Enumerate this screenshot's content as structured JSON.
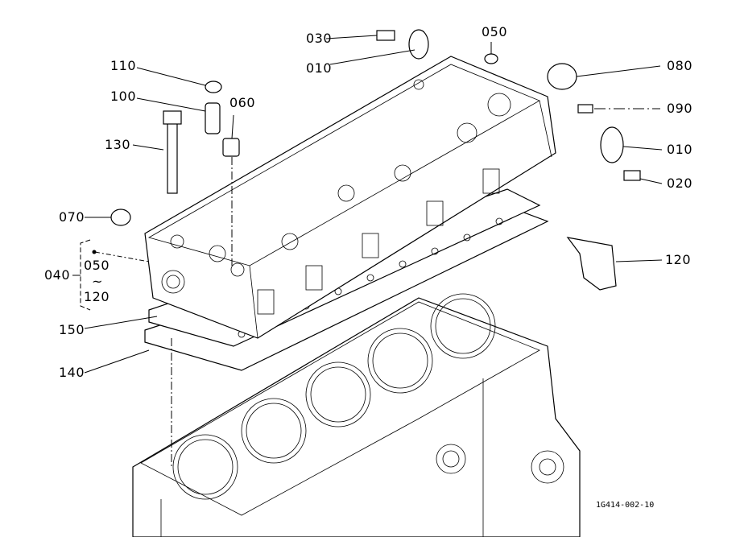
{
  "callouts": {
    "c030": "030",
    "c010_top": "010",
    "c050_top": "050",
    "c110": "110",
    "c100": "100",
    "c060": "060",
    "c130": "130",
    "c070": "070",
    "c040": "040",
    "c040_from": "050",
    "c040_tilde": "~",
    "c040_to": "120",
    "c150": "150",
    "c140": "140",
    "c080": "080",
    "c090": "090",
    "c010_right": "010",
    "c020": "020",
    "c120": "120"
  },
  "drawing_code": "1G414-002-10"
}
